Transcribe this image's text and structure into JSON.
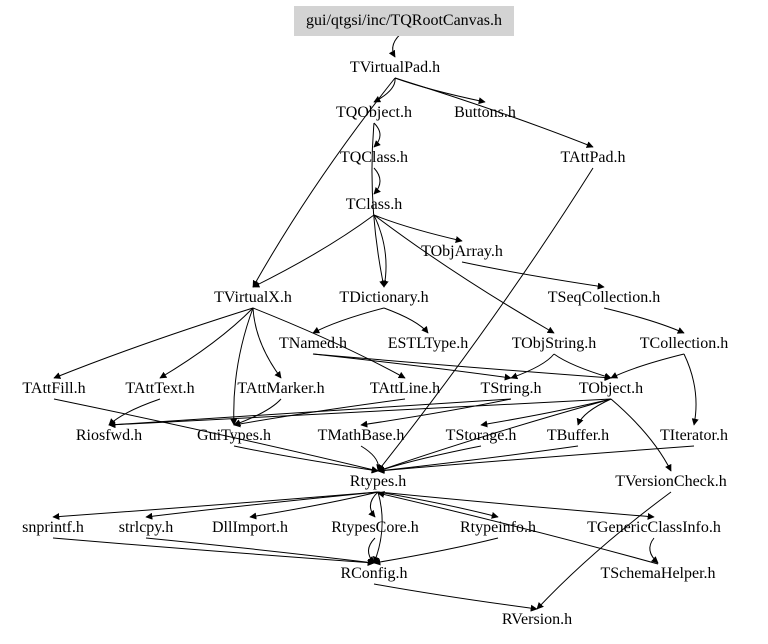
{
  "root": "gui/qtgsi/inc/TQRootCanvas.h",
  "nodes": {
    "TVirtualPad": "TVirtualPad.h",
    "TQObject": "TQObject.h",
    "Buttons": "Buttons.h",
    "TQClass": "TQClass.h",
    "TAttPad": "TAttPad.h",
    "TClass": "TClass.h",
    "TObjArray": "TObjArray.h",
    "TVirtualX": "TVirtualX.h",
    "TDictionary": "TDictionary.h",
    "TSeqCollection": "TSeqCollection.h",
    "TNamed": "TNamed.h",
    "ESTLType": "ESTLType.h",
    "TObjString": "TObjString.h",
    "TCollection": "TCollection.h",
    "TAttFill": "TAttFill.h",
    "TAttText": "TAttText.h",
    "TAttMarker": "TAttMarker.h",
    "TAttLine": "TAttLine.h",
    "TString": "TString.h",
    "TObject": "TObject.h",
    "Riosfwd": "Riosfwd.h",
    "GuiTypes": "GuiTypes.h",
    "TMathBase": "TMathBase.h",
    "TStorage": "TStorage.h",
    "TBuffer": "TBuffer.h",
    "TIterator": "TIterator.h",
    "Rtypes": "Rtypes.h",
    "TVersionCheck": "TVersionCheck.h",
    "snprintf": "snprintf.h",
    "strlcpy": "strlcpy.h",
    "DllImport": "DllImport.h",
    "RtypesCore": "RtypesCore.h",
    "Rtypeinfo": "Rtypeinfo.h",
    "TGenericClassInfo": "TGenericClassInfo.h",
    "RConfig": "RConfig.h",
    "TSchemaHelper": "TSchemaHelper.h",
    "RVersion": "RVersion.h"
  },
  "edges": [
    [
      "root",
      "TVirtualPad"
    ],
    [
      "TVirtualPad",
      "TQObject"
    ],
    [
      "TVirtualPad",
      "Buttons"
    ],
    [
      "TVirtualPad",
      "TAttPad"
    ],
    [
      "TVirtualPad",
      "TVirtualX"
    ],
    [
      "TQObject",
      "TQClass"
    ],
    [
      "TQObject",
      "TDictionary"
    ],
    [
      "TQClass",
      "TClass"
    ],
    [
      "TClass",
      "TObjArray"
    ],
    [
      "TClass",
      "TDictionary"
    ],
    [
      "TClass",
      "TObjString"
    ],
    [
      "TClass",
      "TVirtualX"
    ],
    [
      "TObjArray",
      "TSeqCollection"
    ],
    [
      "TSeqCollection",
      "TCollection"
    ],
    [
      "TDictionary",
      "TNamed"
    ],
    [
      "TDictionary",
      "ESTLType"
    ],
    [
      "TCollection",
      "TObject"
    ],
    [
      "TCollection",
      "TIterator"
    ],
    [
      "TObjString",
      "TObject"
    ],
    [
      "TObjString",
      "TString"
    ],
    [
      "TNamed",
      "TObject"
    ],
    [
      "TNamed",
      "TString"
    ],
    [
      "TVirtualX",
      "TAttFill"
    ],
    [
      "TVirtualX",
      "TAttText"
    ],
    [
      "TVirtualX",
      "TAttMarker"
    ],
    [
      "TVirtualX",
      "TAttLine"
    ],
    [
      "TVirtualX",
      "GuiTypes"
    ],
    [
      "TAttFill",
      "Rtypes"
    ],
    [
      "TAttText",
      "Riosfwd"
    ],
    [
      "TAttMarker",
      "GuiTypes"
    ],
    [
      "TAttLine",
      "GuiTypes"
    ],
    [
      "TString",
      "TMathBase"
    ],
    [
      "TString",
      "Riosfwd"
    ],
    [
      "TObject",
      "TStorage"
    ],
    [
      "TObject",
      "TBuffer"
    ],
    [
      "TObject",
      "Riosfwd"
    ],
    [
      "TObject",
      "Rtypes"
    ],
    [
      "TObject",
      "TVersionCheck"
    ],
    [
      "GuiTypes",
      "Rtypes"
    ],
    [
      "TMathBase",
      "Rtypes"
    ],
    [
      "TStorage",
      "Rtypes"
    ],
    [
      "TBuffer",
      "Rtypes"
    ],
    [
      "TIterator",
      "Rtypes"
    ],
    [
      "TAttPad",
      "Rtypes"
    ],
    [
      "TVersionCheck",
      "RVersion"
    ],
    [
      "Rtypes",
      "snprintf"
    ],
    [
      "Rtypes",
      "strlcpy"
    ],
    [
      "Rtypes",
      "DllImport"
    ],
    [
      "Rtypes",
      "RtypesCore"
    ],
    [
      "Rtypes",
      "Rtypeinfo"
    ],
    [
      "Rtypes",
      "TGenericClassInfo"
    ],
    [
      "Rtypes",
      "RConfig"
    ],
    [
      "RtypesCore",
      "RConfig"
    ],
    [
      "Rtypeinfo",
      "RConfig"
    ],
    [
      "snprintf",
      "RConfig"
    ],
    [
      "strlcpy",
      "RConfig"
    ],
    [
      "TGenericClassInfo",
      "TSchemaHelper"
    ],
    [
      "TSchemaHelper",
      "Rtypes"
    ],
    [
      "RConfig",
      "RVersion"
    ]
  ]
}
